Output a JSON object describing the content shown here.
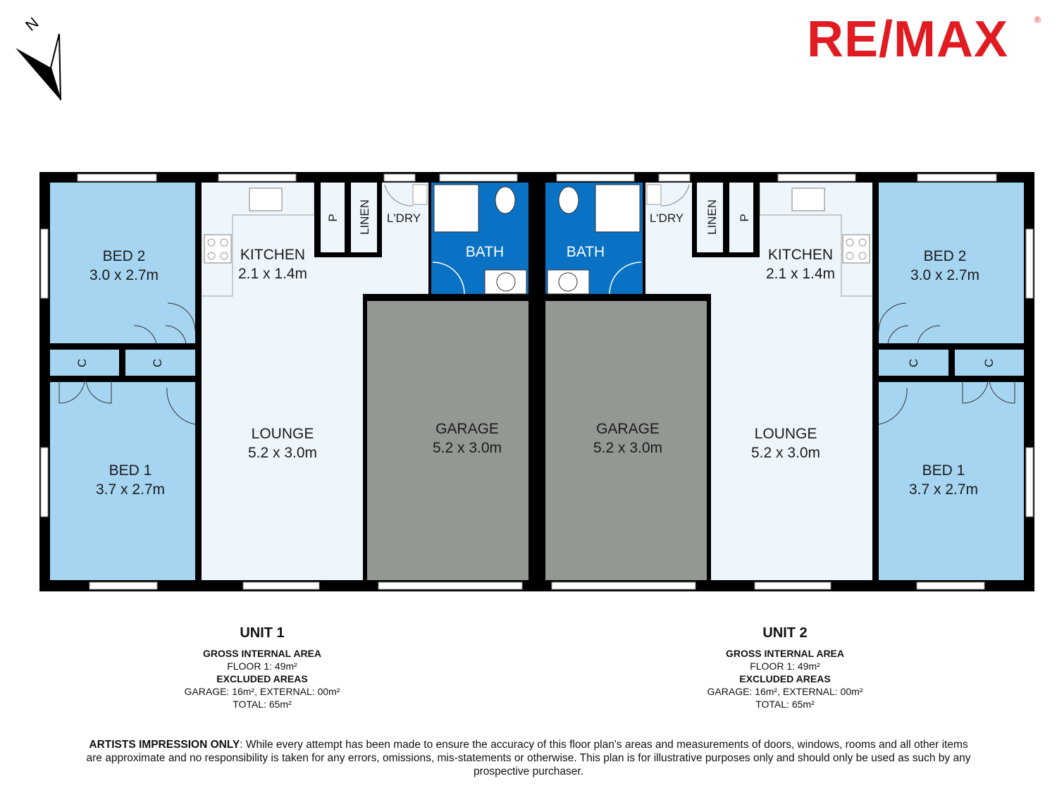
{
  "brand": {
    "name": "RE/MAX",
    "color": "#e11b22",
    "registered": "®"
  },
  "compass": {
    "label": "N",
    "icon": "north-arrow-icon"
  },
  "colors": {
    "bedroom": "#a6d5f2",
    "living": "#eef6fc",
    "garage": "#939893",
    "bath": "#0a72c4",
    "wall": "#000000"
  },
  "rooms": {
    "bed2": {
      "name": "BED 2",
      "size": "3.0 x 2.7m"
    },
    "bed1": {
      "name": "BED 1",
      "size": "3.7 x 2.7m"
    },
    "kitchen": {
      "name": "KITCHEN",
      "size": "2.1 x 1.4m"
    },
    "lounge": {
      "name": "LOUNGE",
      "size": "5.2 x 3.0m"
    },
    "garage": {
      "name": "GARAGE",
      "size": "5.2 x 3.0m"
    },
    "bath": {
      "name": "BATH"
    },
    "laundry": {
      "name": "L'DRY"
    },
    "linen": {
      "name": "LINEN"
    },
    "pantry": {
      "name": "P"
    },
    "cupboard": {
      "name": "C"
    }
  },
  "units": [
    {
      "title": "UNIT 1",
      "gia_label": "GROSS INTERNAL AREA",
      "floor": "FLOOR 1: 49m²",
      "excluded_label": "EXCLUDED AREAS",
      "excluded": "GARAGE: 16m², EXTERNAL: 00m²",
      "total": "TOTAL: 65m²"
    },
    {
      "title": "UNIT 2",
      "gia_label": "GROSS INTERNAL AREA",
      "floor": "FLOOR 1: 49m²",
      "excluded_label": "EXCLUDED AREAS",
      "excluded": "GARAGE: 16m², EXTERNAL: 00m²",
      "total": "TOTAL: 65m²"
    }
  ],
  "disclaimer": {
    "bold": "ARTISTS IMPRESSION ONLY",
    "text": ": While every attempt has been made to ensure the accuracy of this floor plan's areas and measurements of doors, windows, rooms and all other items are approximate and no responsibility is taken for any errors, omissions, mis-statements or otherwise. This plan is for illustrative purposes only and should only be used as such by any prospective purchaser."
  }
}
